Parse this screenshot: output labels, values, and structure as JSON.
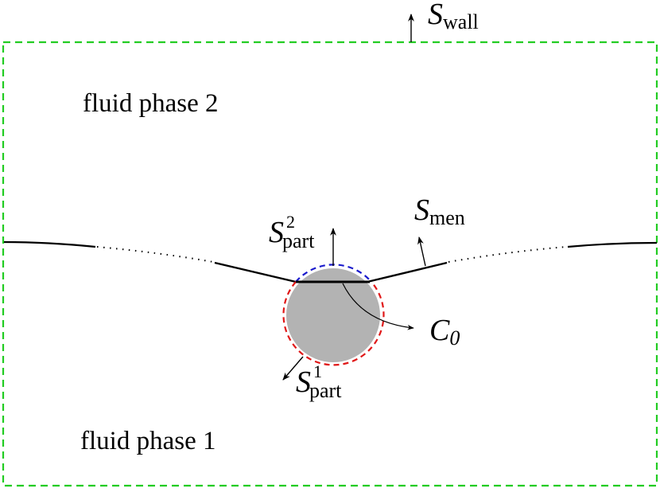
{
  "diagram": {
    "title": "",
    "regions": {
      "upper_label": "fluid phase 2",
      "lower_label": "fluid phase 1"
    },
    "labels": {
      "wall": {
        "symbol": "S",
        "subscript": "wall"
      },
      "meniscus": {
        "symbol": "S",
        "subscript": "men"
      },
      "particle_phase2": {
        "symbol": "S",
        "subscript": "part",
        "superscript": "2"
      },
      "particle_phase1": {
        "symbol": "S",
        "subscript": "part",
        "superscript": "1"
      },
      "contact_line": {
        "symbol": "C",
        "subscript": "0"
      }
    },
    "colors": {
      "wall_boundary": "#22cc22",
      "particle_surface_phase2": "#1a1acc",
      "particle_surface_phase1": "#e01818",
      "particle_fill": "#b3b3b3",
      "meniscus_line": "#000000"
    },
    "elements": [
      "dashed green rectangle (container wall S_wall) with outward normal arrow",
      "meniscus curve S_men with dotted gaps and normal arrow",
      "grey spherical particle at interface",
      "blue dashed arc: particle surface in fluid phase 2",
      "red dashed arc: particle surface in fluid phase 1",
      "contact line C_0 with pointer arrow"
    ]
  }
}
